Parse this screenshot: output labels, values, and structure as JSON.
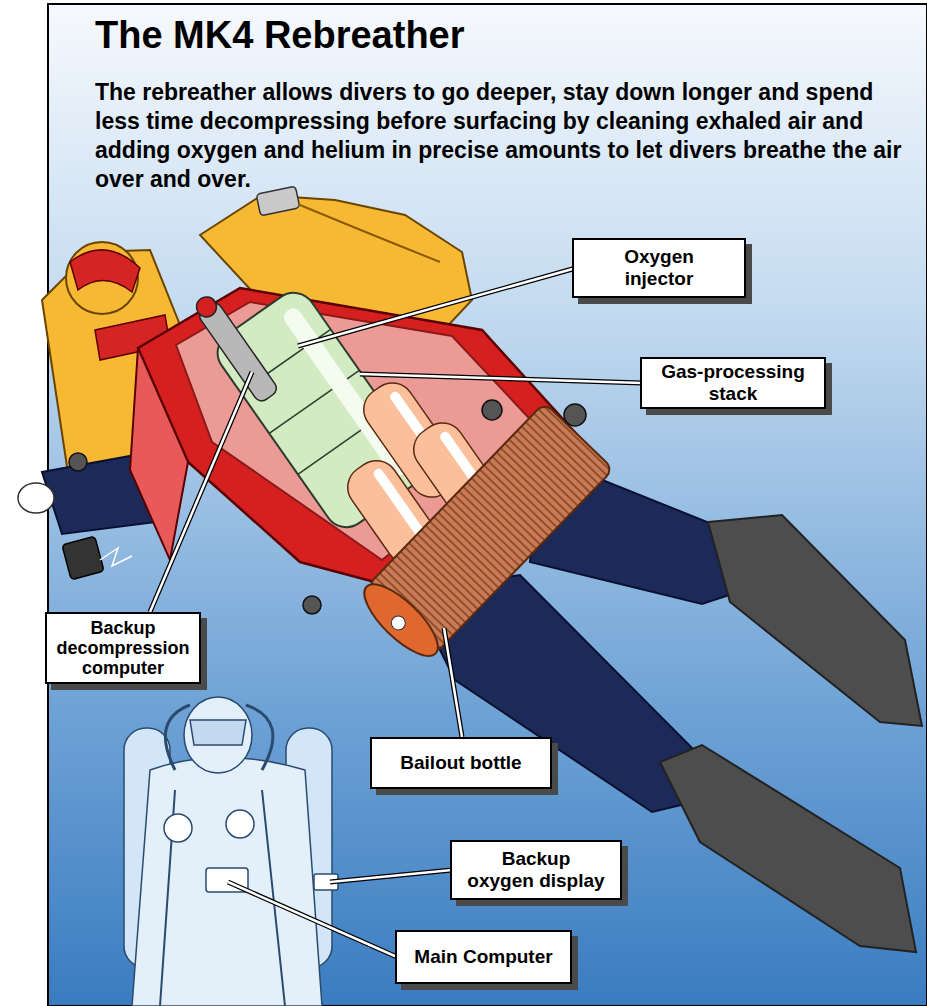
{
  "diagram": {
    "title": "The MK4 Rebreather",
    "caption": "The rebreather allows divers to go deeper, stay down longer and spend less time decompressing before surfacing by cleaning exhaled air and adding oxygen and helium in precise amounts to let divers breathe the air over and over.",
    "nodes": [
      {
        "text": [
          "Oxygen injector"
        ]
      },
      {
        "text": [
          "Gas-processing stack"
        ]
      },
      {
        "text": [
          "Backup decompression computer"
        ]
      },
      {
        "text": [
          "Bailout bottle"
        ]
      },
      {
        "text": [
          "Backup oxygen display"
        ]
      },
      {
        "text": [
          "Main Computer"
        ]
      }
    ]
  }
}
